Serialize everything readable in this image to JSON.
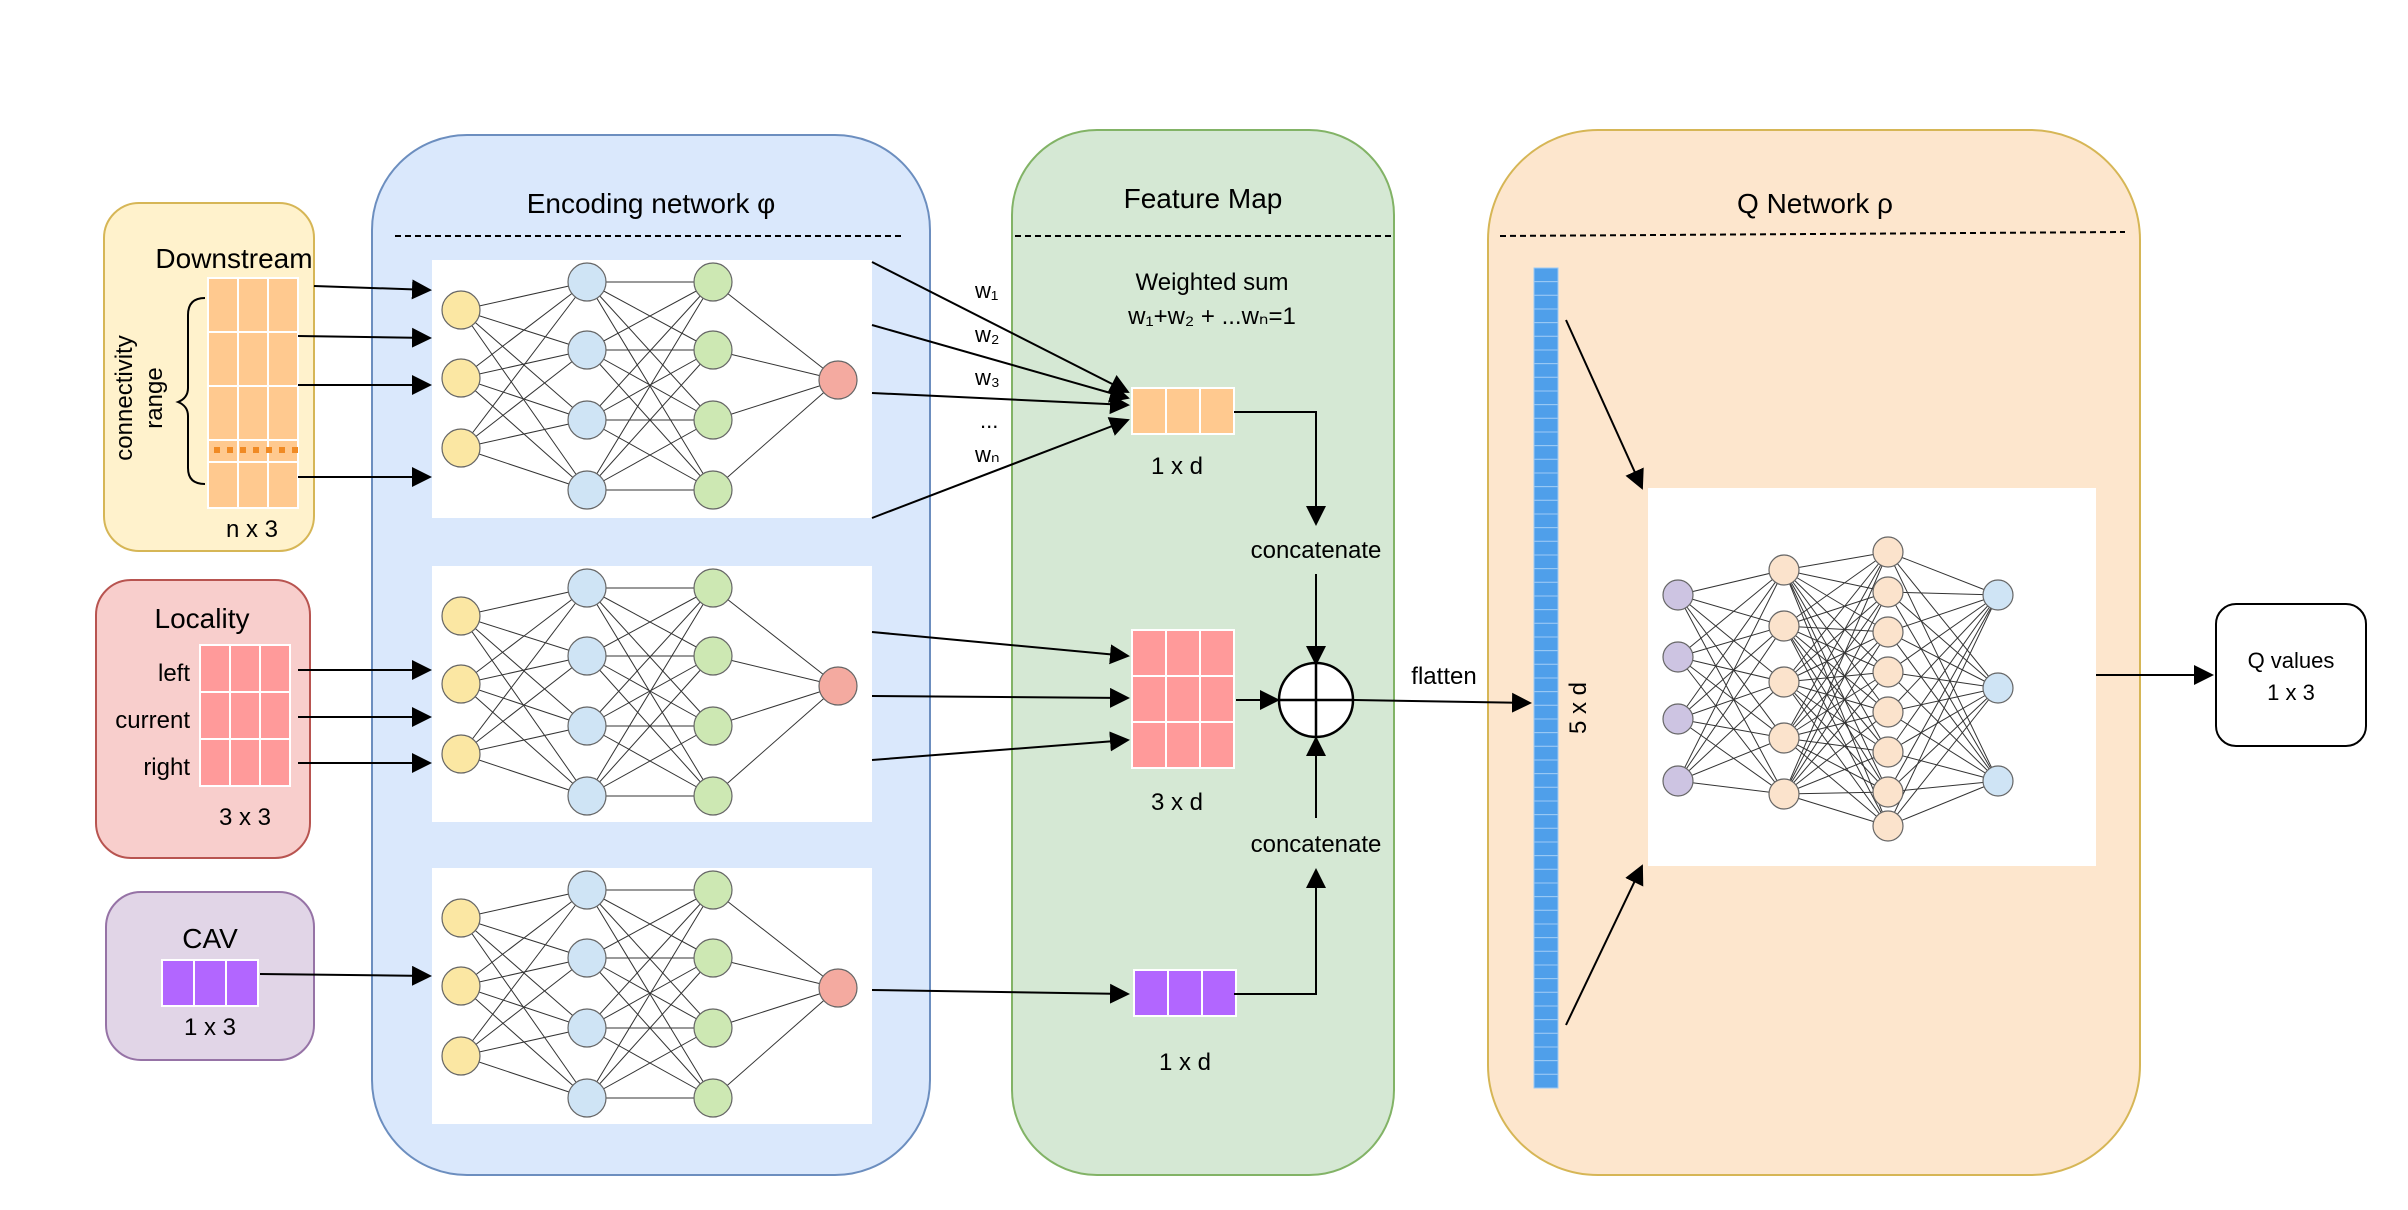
{
  "colors": {
    "downstream": "#ffc98f",
    "locality": "#ff9a9a",
    "cav": "#b266ff",
    "encoder_panel": "#dae8fc",
    "feature_panel": "#d5e8d4",
    "q_panel": "#fde6cd",
    "node_yellow": "#fbe7a3",
    "node_blue": "#cfe4f5",
    "node_green": "#cde8b3",
    "node_red": "#f4aaa0",
    "node_purple": "#cdc4e2",
    "node_peach": "#fbe3cc",
    "bar_blue": "#4f9fea"
  },
  "inputs": {
    "downstream": {
      "title": "Downstream",
      "side_label_line1": "connectivity",
      "side_label_line2": "range",
      "size": "n x 3"
    },
    "locality": {
      "title": "Locality",
      "rows": [
        "left",
        "current",
        "right"
      ],
      "size": "3 x 3"
    },
    "cav": {
      "title": "CAV",
      "size": "1 x 3"
    }
  },
  "encoder": {
    "title": "Encoding network φ"
  },
  "feature": {
    "title": "Feature Map",
    "weighted_sum_line1": "Weighted sum",
    "weighted_sum_line2": "w₁+w₂ + ...wₙ=1",
    "weights": [
      "w₁",
      "w₂",
      "w₃",
      "...",
      "wₙ"
    ],
    "downstream_size": "1 x d",
    "locality_size": "3 x d",
    "cav_size": "1 x d",
    "concat_top": "concatenate",
    "concat_bottom": "concatenate"
  },
  "flatten_label": "flatten",
  "q_network": {
    "title": "Q Network ρ",
    "vector_size": "5 x d"
  },
  "output": {
    "line1": "Q values",
    "line2": "1 x 3"
  }
}
